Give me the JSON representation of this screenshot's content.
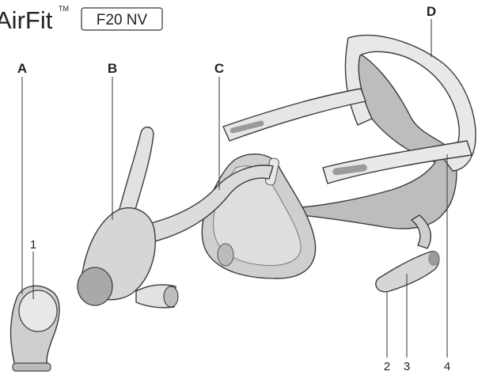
{
  "brand": {
    "name": "AirFit",
    "trademark": "TM",
    "model": "F20 NV"
  },
  "part_labels": {
    "a": "A",
    "b": "B",
    "c": "C",
    "d": "D"
  },
  "callouts": {
    "n1": "1",
    "n2": "2",
    "n3": "3",
    "n4": "4"
  },
  "colors": {
    "ink": "#222222",
    "headgear_light": "#e6e6e6",
    "headgear_grey": "#b9b9b9",
    "cushion": "#cfcfcf",
    "frame": "#d8d8d8"
  }
}
